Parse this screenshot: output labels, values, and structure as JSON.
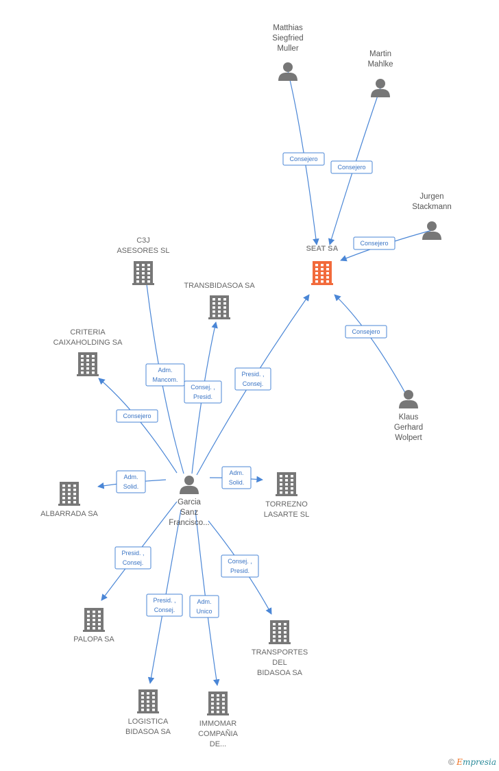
{
  "colors": {
    "edge": "#4a86d6",
    "node": "#777777",
    "focus": "#f26a3b"
  },
  "nodes": [
    {
      "id": "seat",
      "type": "company",
      "focus": true,
      "label": [
        "SEAT SA"
      ],
      "icon": "building-icon"
    },
    {
      "id": "mmuller",
      "type": "person",
      "label": [
        "Matthias",
        "Siegfried",
        "Muller"
      ],
      "icon": "person-icon"
    },
    {
      "id": "mmahlke",
      "type": "person",
      "label": [
        "Martin",
        "Mahlke"
      ],
      "icon": "person-icon"
    },
    {
      "id": "jstack",
      "type": "person",
      "label": [
        "Jurgen",
        "Stackmann"
      ],
      "icon": "person-icon"
    },
    {
      "id": "kwolpert",
      "type": "person",
      "label": [
        "Klaus",
        "Gerhard",
        "Wolpert"
      ],
      "icon": "person-icon"
    },
    {
      "id": "c3j",
      "type": "company",
      "label": [
        "C3J",
        "ASESORES SL"
      ],
      "icon": "building-icon"
    },
    {
      "id": "transbidasoa",
      "type": "company",
      "label": [
        "TRANSBIDASOA SA"
      ],
      "icon": "building-icon"
    },
    {
      "id": "criteria",
      "type": "company",
      "label": [
        "CRITERIA",
        "CAIXAHOLDING SA"
      ],
      "icon": "building-icon"
    },
    {
      "id": "garcia",
      "type": "person",
      "label": [
        "Garcia",
        "Sanz",
        "Francisco..."
      ],
      "icon": "person-icon"
    },
    {
      "id": "albarrada",
      "type": "company",
      "label": [
        "ALBARRADA SA"
      ],
      "icon": "building-icon"
    },
    {
      "id": "torrezno",
      "type": "company",
      "label": [
        "TORREZNO",
        "LASARTE SL"
      ],
      "icon": "building-icon"
    },
    {
      "id": "palopa",
      "type": "company",
      "label": [
        "PALOPA SA"
      ],
      "icon": "building-icon"
    },
    {
      "id": "transportes",
      "type": "company",
      "label": [
        "TRANSPORTES",
        "DEL",
        "BIDASOA SA"
      ],
      "icon": "building-icon"
    },
    {
      "id": "logistica",
      "type": "company",
      "label": [
        "LOGISTICA",
        "BIDASOA SA"
      ],
      "icon": "building-icon"
    },
    {
      "id": "immomar",
      "type": "company",
      "label": [
        "IMMOMAR",
        "COMPAÑIA",
        "DE..."
      ],
      "icon": "building-icon"
    }
  ],
  "edges": [
    {
      "from": "mmuller",
      "to": "seat",
      "label": [
        "Consejero"
      ]
    },
    {
      "from": "mmahlke",
      "to": "seat",
      "label": [
        "Consejero"
      ]
    },
    {
      "from": "jstack",
      "to": "seat",
      "label": [
        "Consejero"
      ]
    },
    {
      "from": "kwolpert",
      "to": "seat",
      "label": [
        "Consejero"
      ]
    },
    {
      "from": "garcia",
      "to": "seat",
      "label": [
        "Presid. ,",
        "Consej."
      ]
    },
    {
      "from": "garcia",
      "to": "c3j",
      "label": [
        "Adm.",
        "Mancom."
      ]
    },
    {
      "from": "garcia",
      "to": "transbidasoa",
      "label": [
        "Consej. ,",
        "Presid."
      ]
    },
    {
      "from": "garcia",
      "to": "criteria",
      "label": [
        "Consejero"
      ]
    },
    {
      "from": "garcia",
      "to": "albarrada",
      "label": [
        "Adm.",
        "Solid."
      ]
    },
    {
      "from": "garcia",
      "to": "torrezno",
      "label": [
        "Adm.",
        "Solid."
      ]
    },
    {
      "from": "garcia",
      "to": "palopa",
      "label": [
        "Presid. ,",
        "Consej."
      ]
    },
    {
      "from": "garcia",
      "to": "transportes",
      "label": [
        "Consej. ,",
        "Presid."
      ]
    },
    {
      "from": "garcia",
      "to": "logistica",
      "label": [
        "Presid. ,",
        "Consej."
      ]
    },
    {
      "from": "garcia",
      "to": "immomar",
      "label": [
        "Adm.",
        "Unico"
      ]
    }
  ],
  "footer": {
    "copyright": "©",
    "brand_initial": "E",
    "brand_rest": "mpresia"
  }
}
